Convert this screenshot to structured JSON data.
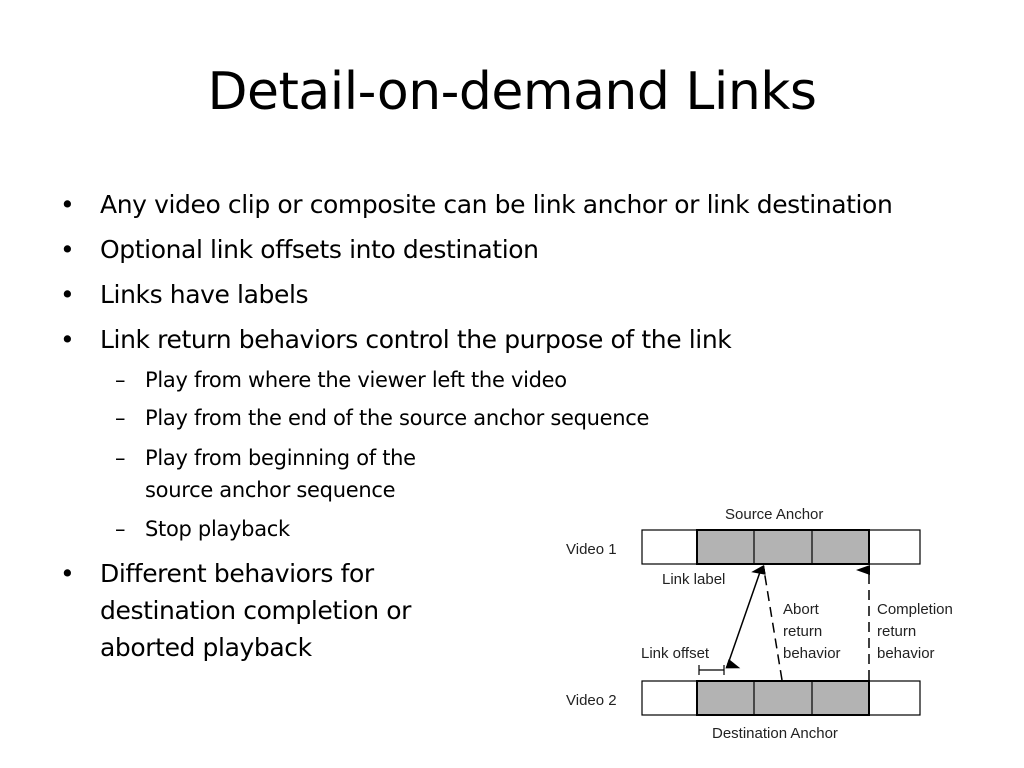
{
  "title": "Detail-on-demand Links",
  "bullets": {
    "b1": "Any video clip or composite can be link anchor or link destination",
    "b2": "Optional link offsets into destination",
    "b3": "Links have labels",
    "b4": "Link return behaviors control the purpose of the link",
    "b4_sub": {
      "s1": "Play from where the viewer left the video",
      "s2": "Play from the end of the source anchor sequence",
      "s3_line1": "Play from beginning of the",
      "s3_line2": "source anchor sequence",
      "s4": "Stop playback"
    },
    "b5_line1": "Different behaviors for",
    "b5_line2": "destination completion or",
    "b5_line3": "aborted playback"
  },
  "bullet_symbol": "•",
  "dash_symbol": "–",
  "diagram": {
    "source_anchor": "Source Anchor",
    "video1": "Video 1",
    "video2": "Video 2",
    "link_label": "Link label",
    "link_offset": "Link offset",
    "abort_line1": "Abort",
    "abort_line2": "return",
    "abort_line3": "behavior",
    "completion_line1": "Completion",
    "completion_line2": "return",
    "completion_line3": "behavior",
    "destination_anchor": "Destination Anchor",
    "anchor_fill": "#b3b3b3"
  }
}
